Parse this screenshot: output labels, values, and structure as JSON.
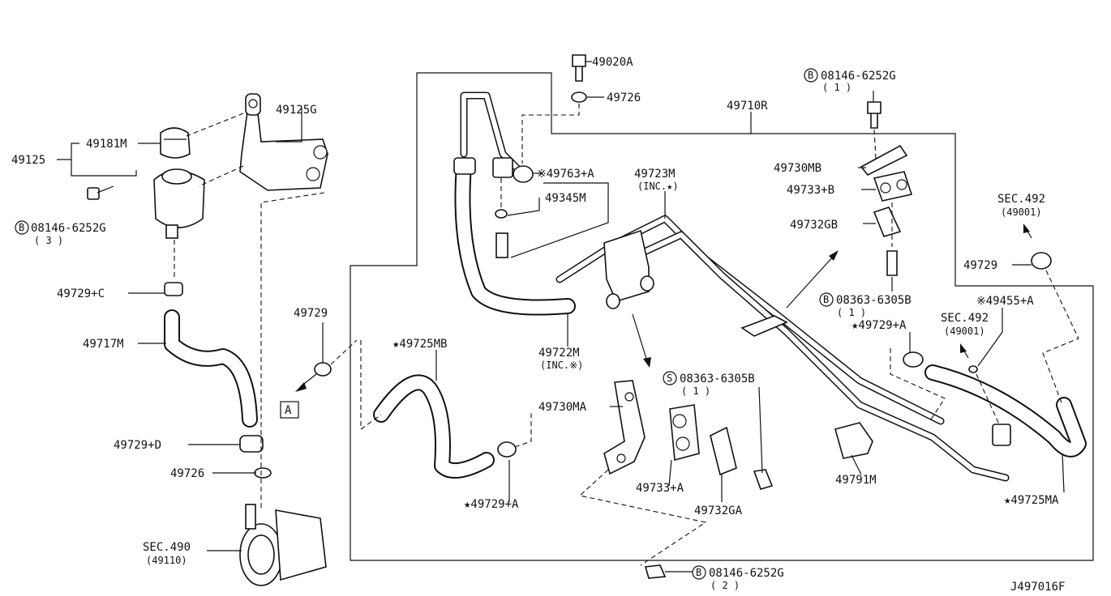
{
  "diagram_id": "J497016F",
  "labels": {
    "p49125": "49125",
    "p49181M": "49181M",
    "p49125G": "49125G",
    "bolt_tl": "08146-6252G",
    "bolt_tl_qty": "( 3 )",
    "p49729C": "49729+C",
    "p49717M": "49717M",
    "p49729D": "49729+D",
    "p49726a": "49726",
    "sec490": "SEC.490",
    "sec490b": "(49110)",
    "p49729a": "49729",
    "view_a": "A",
    "p49020A": "49020A",
    "p49726b": "49726",
    "p49763A": "※49763+A",
    "p49345M": "49345M",
    "p49723M": "49723M",
    "p49723M_inc": "(INC.★)",
    "p49722M": "49722M",
    "p49722M_inc": "(INC.※)",
    "p49725MB": "★49725MB",
    "p49730MA": "49730MA",
    "p49729A_b": "★49729+A",
    "p49733A": "49733+A",
    "p49732GA": "49732GA",
    "bolt_s": "08363-6305B",
    "bolt_s_qty": "( 1 )",
    "bolt_b": "08146-6252G",
    "bolt_b_qty": "( 2 )",
    "p49710R": "49710R",
    "bolt_tr": "08146-6252G",
    "bolt_tr_qty": "( 1 )",
    "p49730MB": "49730MB",
    "p49733B": "49733+B",
    "p49732GB": "49732GB",
    "bolt_r": "08363-6305B",
    "bolt_r_qty": "( 1 )",
    "p49729A_r": "★49729+A",
    "sec492a": "SEC.492",
    "sec492a_b": "(49001)",
    "p49729b": "49729",
    "p49455A": "※49455+A",
    "sec492b": "SEC.492",
    "sec492b_b": "(49001)",
    "p49791M": "49791M",
    "p49725MA": "★49725MA",
    "circle_b": "B",
    "circle_s": "S"
  }
}
